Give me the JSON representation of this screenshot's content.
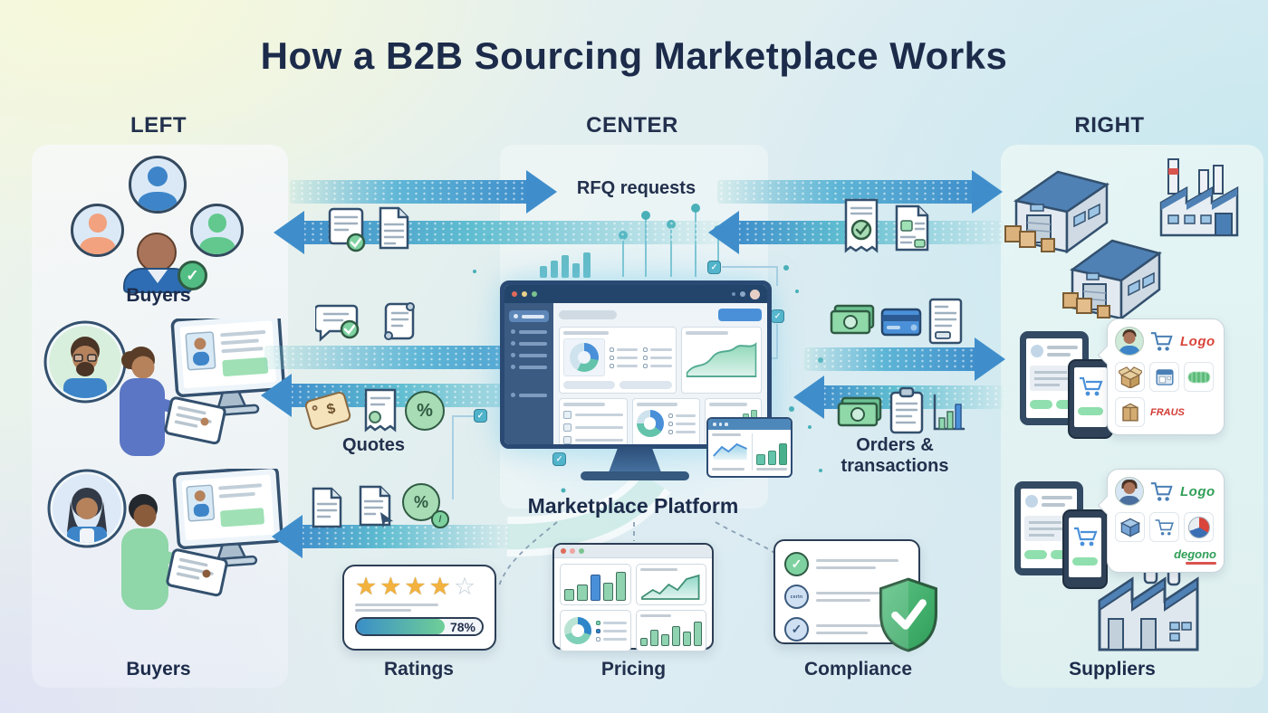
{
  "title": "How a B2B Sourcing Marketplace Works",
  "column_headers": {
    "left": "LEFT",
    "center": "CENTER",
    "right": "RIGHT"
  },
  "left_column": {
    "top_group_label": "Buyers",
    "bottom_label": "Buyers"
  },
  "flows": {
    "rfq_label": "RFQ requests",
    "quotes_label": "Quotes",
    "orders_label_line1": "Orders &",
    "orders_label_line2": "transactions"
  },
  "platform": {
    "label": "Marketplace Platform"
  },
  "feature_cards": {
    "ratings": {
      "label": "Ratings",
      "stars_filled": "★★★★",
      "star_empty": "☆",
      "progress_text": "78%",
      "progress_percent": 70
    },
    "pricing": {
      "label": "Pricing"
    },
    "compliance": {
      "label": "Compliance",
      "stamp_text": "certn"
    }
  },
  "right_column": {
    "bottom_label": "Suppliers",
    "supplier_bubble_top": {
      "logo_text": "Logo",
      "logo_color": "#d9453a",
      "brand_text": "FRAUS",
      "brand_color": "#d23b35"
    },
    "supplier_bubble_bottom": {
      "logo_text": "Logo",
      "logo_color": "#2f9e57",
      "brand_text": "degono",
      "brand_color": "#2f9e57"
    }
  },
  "glyphs": {
    "check": "✓",
    "dollar": "$",
    "percent": "%"
  },
  "colors": {
    "accent_blue": "#3f8ecb",
    "accent_teal": "#5fc0b2",
    "accent_green": "#52bd82",
    "navy": "#1c2b4a",
    "star_gold": "#f3b23e"
  }
}
